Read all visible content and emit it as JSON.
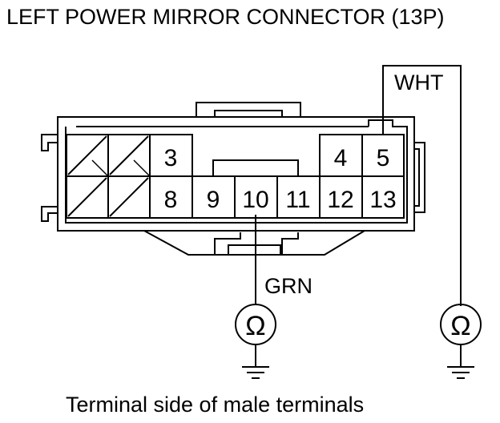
{
  "title": "LEFT POWER MIRROR CONNECTOR (13P)",
  "caption": "Terminal side of male terminals",
  "terminals": [
    "3",
    "4",
    "5",
    "8",
    "9",
    "10",
    "11",
    "12",
    "13"
  ],
  "wires": {
    "left": "GRN",
    "right": "WHT"
  },
  "meter_symbol": "Ω",
  "icons": [
    "ohmmeter-icon",
    "ground-icon"
  ]
}
